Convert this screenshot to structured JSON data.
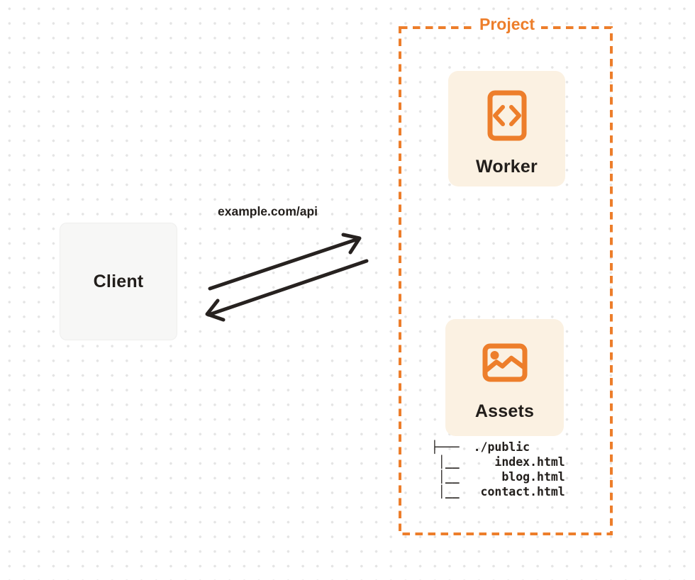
{
  "diagram": {
    "client": {
      "label": "Client"
    },
    "request": {
      "label": "example.com/api"
    },
    "project": {
      "label": "Project",
      "worker": {
        "label": "Worker",
        "icon": "code-file-icon"
      },
      "assets": {
        "label": "Assets",
        "icon": "image-icon"
      },
      "file_tree": {
        "root": "./public",
        "files": [
          "index.html",
          "blog.html",
          "contact.html"
        ],
        "lines": [
          "├───  ./public",
          " │__     index.html",
          " │__      blog.html",
          " │__   contact.html"
        ]
      }
    },
    "colors": {
      "accent_orange": "#ED7E2B",
      "card_cream": "#FBF1E2",
      "client_gray": "#F7F7F6",
      "ink": "#221E1B",
      "dot_grid": "#E4E4E4"
    }
  }
}
